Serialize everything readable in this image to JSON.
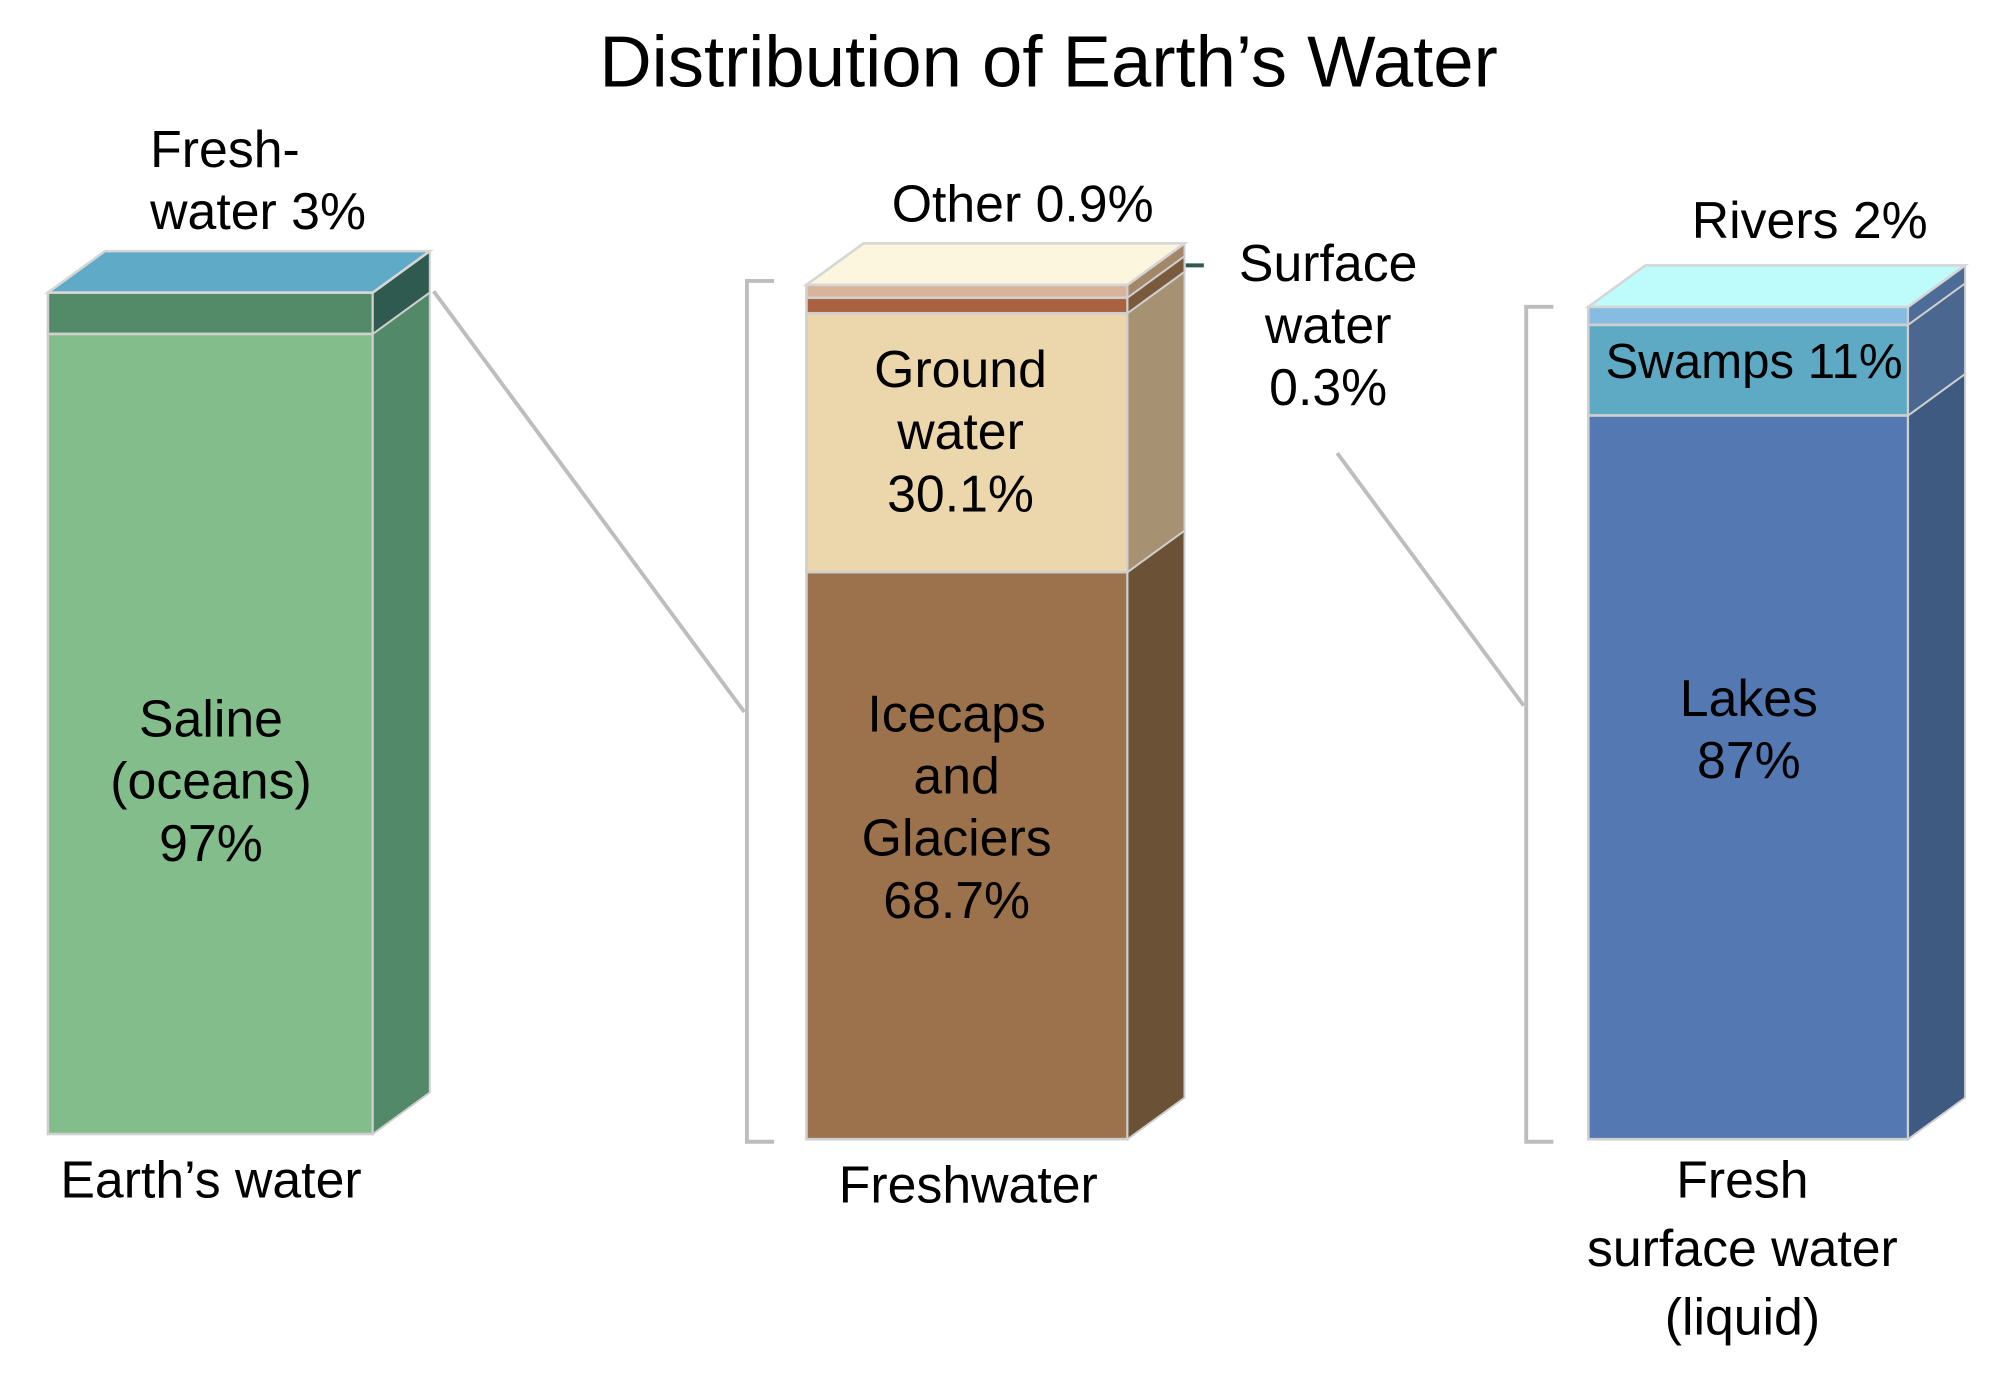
{
  "title": "Distribution of Earth’s Water",
  "colors": {
    "saline": "#84bd8c",
    "saline_side": "#528a69",
    "fresh": "#538b69",
    "fresh_top": "#5faac6",
    "fresh_side": "#2e5a50",
    "icecaps": "#9b724c",
    "icecaps_side": "#6b5135",
    "ground": "#ecd6ab",
    "ground_side": "#a69273",
    "surface": "#a9613f",
    "other_top": "#fcf6de",
    "lakes": "#5479b2",
    "lakes_side": "#3e5a80",
    "swamps": "#5eaac5",
    "rivers": "#86bbe2",
    "rivers_top": "#bdfcfa",
    "connector": "#bdbdbd"
  },
  "labels": {
    "fresh3": [
      "Fresh-",
      "water 3%"
    ],
    "saline": [
      "Saline",
      "(oceans)",
      "97%"
    ],
    "other": "Other 0.9%",
    "surface": [
      "Surface",
      "water",
      "0.3%"
    ],
    "ground": [
      "Ground",
      "water",
      "30.1%"
    ],
    "icecaps": [
      "Icecaps",
      "and",
      "Glaciers",
      "68.7%"
    ],
    "rivers": "Rivers 2%",
    "swamps": "Swamps 11%",
    "lakes": [
      "Lakes",
      "87%"
    ],
    "col1": "Earth’s water",
    "col2": "Freshwater",
    "col3": [
      "Fresh",
      "surface water",
      "(liquid)"
    ]
  },
  "chart_data": {
    "type": "bar",
    "title": "Distribution of Earth’s Water",
    "categories": [
      "Earth’s water",
      "Freshwater",
      "Fresh surface water (liquid)"
    ],
    "stacks": [
      {
        "category": "Earth’s water",
        "segments": [
          {
            "name": "Saline (oceans)",
            "value": 97
          },
          {
            "name": "Freshwater",
            "value": 3
          }
        ]
      },
      {
        "category": "Freshwater",
        "segments": [
          {
            "name": "Icecaps and Glaciers",
            "value": 68.7
          },
          {
            "name": "Ground water",
            "value": 30.1
          },
          {
            "name": "Surface water",
            "value": 0.3
          },
          {
            "name": "Other",
            "value": 0.9
          }
        ]
      },
      {
        "category": "Fresh surface water (liquid)",
        "segments": [
          {
            "name": "Lakes",
            "value": 87
          },
          {
            "name": "Swamps",
            "value": 11
          },
          {
            "name": "Rivers",
            "value": 2
          }
        ]
      }
    ],
    "unit": "%"
  }
}
